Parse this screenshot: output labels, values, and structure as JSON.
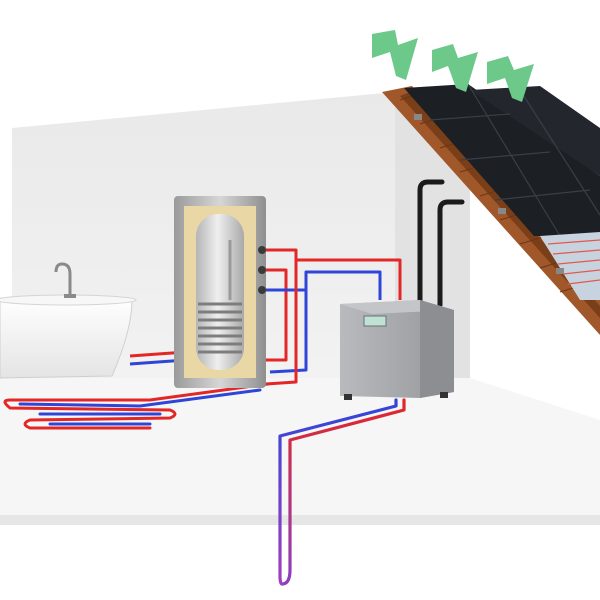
{
  "scene": {
    "kind": "illustration",
    "description_visible_text": "",
    "components": [
      {
        "id": "bathtub",
        "icon": "bathtub-icon"
      },
      {
        "id": "faucet",
        "icon": "faucet-icon"
      },
      {
        "id": "hot-water-tank",
        "icon": "water-tank-icon"
      },
      {
        "id": "heat-pump",
        "icon": "heat-pump-icon"
      },
      {
        "id": "solar-panels",
        "icon": "solar-panel-icon"
      },
      {
        "id": "solar-thermal-collector",
        "icon": "solar-collector-icon"
      },
      {
        "id": "underfloor-heating",
        "icon": "floor-heating-icon"
      },
      {
        "id": "ground-probe",
        "icon": "ground-loop-icon"
      },
      {
        "id": "heat-arrows",
        "icon": "arrow-up-icon"
      }
    ],
    "colors": {
      "hot_pipe": "#e32626",
      "cold_pipe": "#2f45d8",
      "ground_mix": "#8a3fc4",
      "arrow": "#6cc98a",
      "panel": "#1c1f24",
      "roof_wood": "#a0582a",
      "wall": "#ededed",
      "floor": "#f3f3f3",
      "tank_insulation": "#e9d8a6",
      "heat_pump_body": "#a8aaad"
    }
  }
}
